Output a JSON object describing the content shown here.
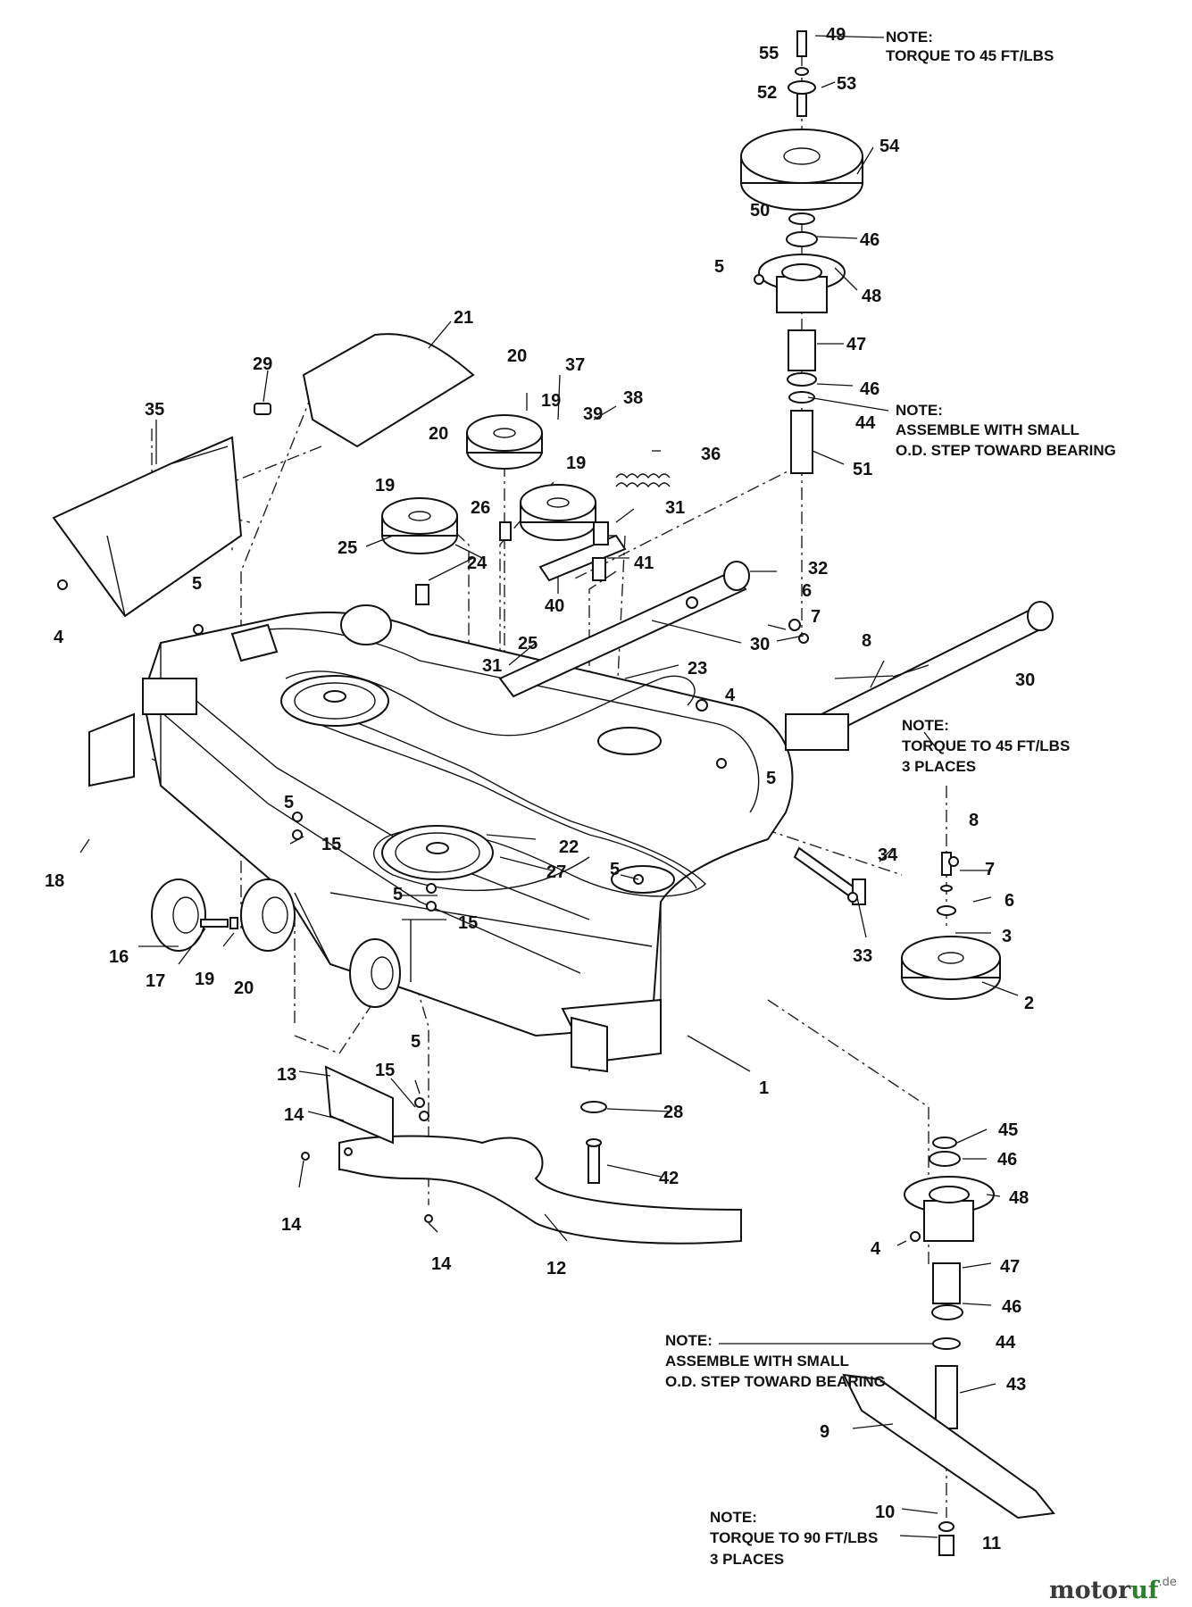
{
  "callouts": [
    {
      "id": "49",
      "text": "49"
    },
    {
      "id": "55",
      "text": "55"
    },
    {
      "id": "53",
      "text": "53"
    },
    {
      "id": "52",
      "text": "52"
    },
    {
      "id": "54",
      "text": "54"
    },
    {
      "id": "50",
      "text": "50"
    },
    {
      "id": "46a",
      "text": "46"
    },
    {
      "id": "5a",
      "text": "5"
    },
    {
      "id": "48a",
      "text": "48"
    },
    {
      "id": "47a",
      "text": "47"
    },
    {
      "id": "46b",
      "text": "46"
    },
    {
      "id": "44a",
      "text": "44"
    },
    {
      "id": "51",
      "text": "51"
    },
    {
      "id": "21",
      "text": "21"
    },
    {
      "id": "29",
      "text": "29"
    },
    {
      "id": "35",
      "text": "35"
    },
    {
      "id": "20a",
      "text": "20"
    },
    {
      "id": "19a",
      "text": "19"
    },
    {
      "id": "37",
      "text": "37"
    },
    {
      "id": "38",
      "text": "38"
    },
    {
      "id": "39",
      "text": "39"
    },
    {
      "id": "36",
      "text": "36"
    },
    {
      "id": "20b",
      "text": "20"
    },
    {
      "id": "19b",
      "text": "19"
    },
    {
      "id": "19c",
      "text": "19"
    },
    {
      "id": "26",
      "text": "26"
    },
    {
      "id": "31a",
      "text": "31"
    },
    {
      "id": "25a",
      "text": "25"
    },
    {
      "id": "24",
      "text": "24"
    },
    {
      "id": "41",
      "text": "41"
    },
    {
      "id": "40",
      "text": "40"
    },
    {
      "id": "25b",
      "text": "25"
    },
    {
      "id": "4a",
      "text": "4"
    },
    {
      "id": "5b",
      "text": "5"
    },
    {
      "id": "32",
      "text": "32"
    },
    {
      "id": "6a",
      "text": "6"
    },
    {
      "id": "7a",
      "text": "7"
    },
    {
      "id": "8a",
      "text": "8"
    },
    {
      "id": "30a",
      "text": "30"
    },
    {
      "id": "31b",
      "text": "31"
    },
    {
      "id": "23",
      "text": "23"
    },
    {
      "id": "4b",
      "text": "4"
    },
    {
      "id": "30b",
      "text": "30"
    },
    {
      "id": "5c",
      "text": "5"
    },
    {
      "id": "15a",
      "text": "15"
    },
    {
      "id": "5d",
      "text": "5"
    },
    {
      "id": "18",
      "text": "18"
    },
    {
      "id": "22",
      "text": "22"
    },
    {
      "id": "27",
      "text": "27"
    },
    {
      "id": "5e",
      "text": "5"
    },
    {
      "id": "34",
      "text": "34"
    },
    {
      "id": "8b",
      "text": "8"
    },
    {
      "id": "7b",
      "text": "7"
    },
    {
      "id": "6b",
      "text": "6"
    },
    {
      "id": "5f",
      "text": "5"
    },
    {
      "id": "15b",
      "text": "15"
    },
    {
      "id": "3",
      "text": "3"
    },
    {
      "id": "16",
      "text": "16"
    },
    {
      "id": "17",
      "text": "17"
    },
    {
      "id": "19d",
      "text": "19"
    },
    {
      "id": "20c",
      "text": "20"
    },
    {
      "id": "33",
      "text": "33"
    },
    {
      "id": "2",
      "text": "2"
    },
    {
      "id": "5g",
      "text": "5"
    },
    {
      "id": "13",
      "text": "13"
    },
    {
      "id": "15c",
      "text": "15"
    },
    {
      "id": "1",
      "text": "1"
    },
    {
      "id": "14a",
      "text": "14"
    },
    {
      "id": "28",
      "text": "28"
    },
    {
      "id": "45",
      "text": "45"
    },
    {
      "id": "46c",
      "text": "46"
    },
    {
      "id": "48b",
      "text": "48"
    },
    {
      "id": "42",
      "text": "42"
    },
    {
      "id": "14b",
      "text": "14"
    },
    {
      "id": "4c",
      "text": "4"
    },
    {
      "id": "47b",
      "text": "47"
    },
    {
      "id": "12",
      "text": "12"
    },
    {
      "id": "14c",
      "text": "14"
    },
    {
      "id": "46d",
      "text": "46"
    },
    {
      "id": "44b",
      "text": "44"
    },
    {
      "id": "43",
      "text": "43"
    },
    {
      "id": "9",
      "text": "9"
    },
    {
      "id": "10",
      "text": "10"
    },
    {
      "id": "11",
      "text": "11"
    }
  ],
  "notes": {
    "torque_top": [
      "NOTE:",
      "TORQUE TO 45 FT/LBS"
    ],
    "assemble_top": [
      "NOTE:",
      "ASSEMBLE WITH SMALL",
      "O.D. STEP TOWARD BEARING"
    ],
    "torque_right": [
      "NOTE:",
      "TORQUE TO 45 FT/LBS",
      "3 PLACES"
    ],
    "assemble_bottom": [
      "NOTE:",
      "ASSEMBLE WITH SMALL",
      "O.D. STEP TOWARD BEARING"
    ],
    "torque_bottom": [
      "NOTE:",
      "TORQUE TO 90 FT/LBS",
      "3 PLACES"
    ]
  },
  "watermark": {
    "part_a": "motor",
    "part_b": "uf",
    "suffix": ".de"
  }
}
